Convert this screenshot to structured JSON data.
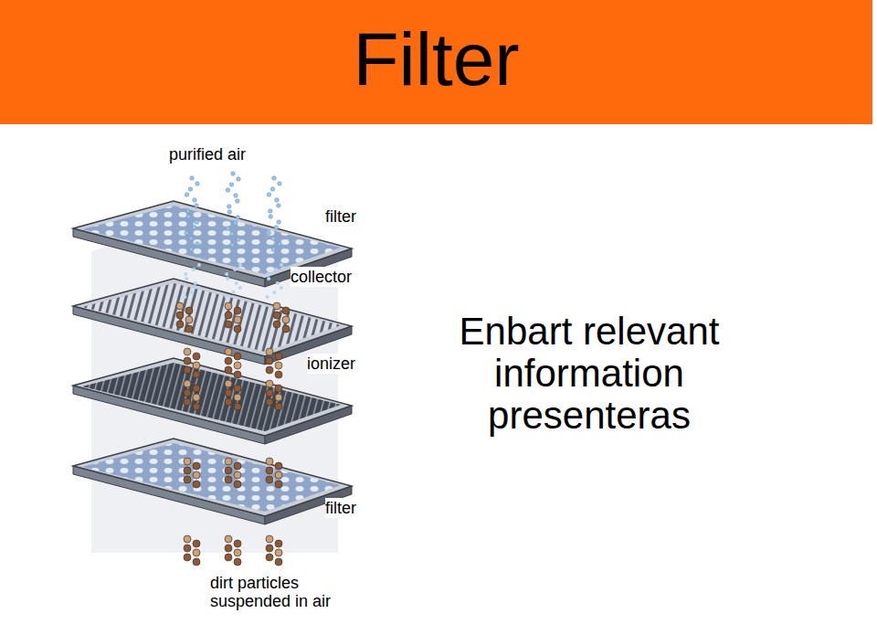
{
  "diagram": {
    "title": "Filter",
    "labels": [
      "purified air",
      "filter",
      "collector",
      "ionizer",
      "filter",
      "dirt particles suspended in air",
      "Enbart relevant information presenteras"
    ]
  }
}
